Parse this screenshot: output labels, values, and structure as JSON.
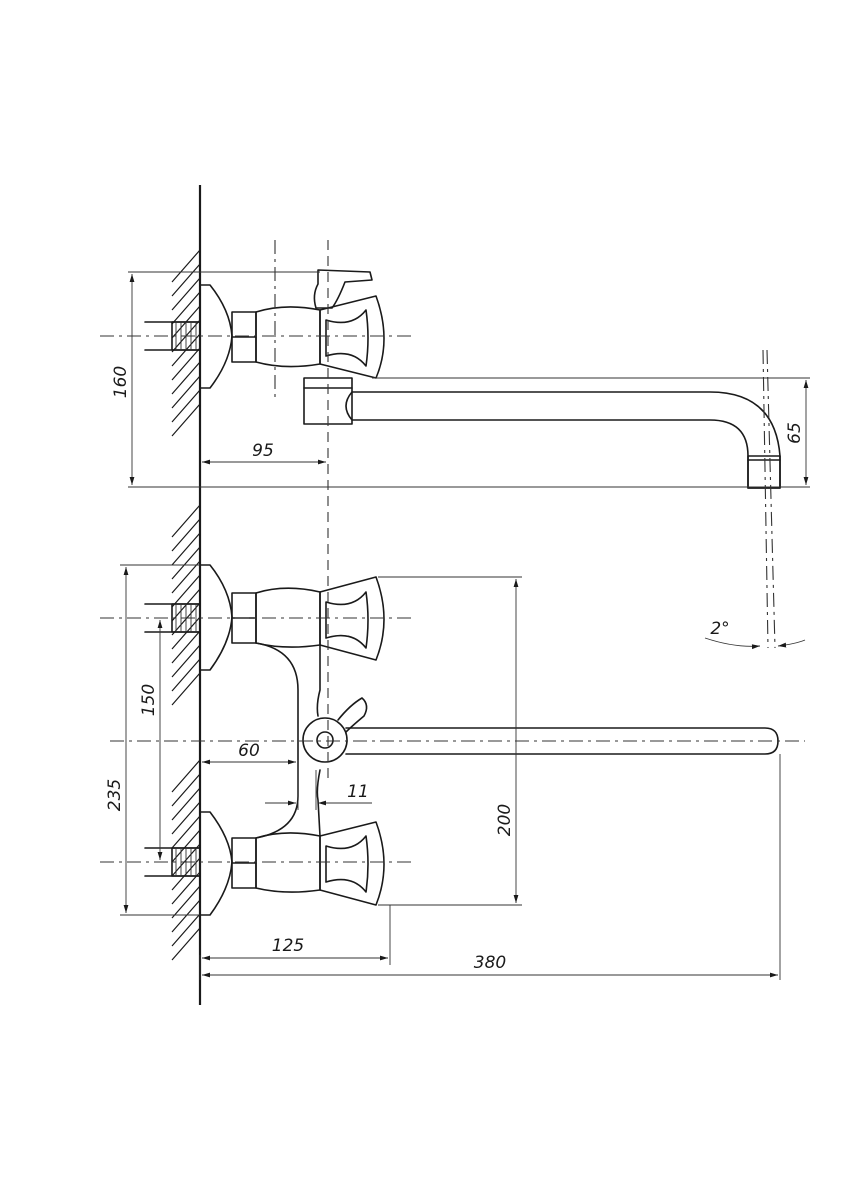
{
  "dimensions": {
    "side_height": "160",
    "side_depth": "95",
    "spout_drop": "65",
    "spout_angle": "2°",
    "inlet_spacing": "150",
    "overall_height": "235",
    "body_offset": "60",
    "gap": "11",
    "handle_span": "200",
    "handle_reach": "125",
    "spout_reach": "380"
  },
  "colors": {
    "line": "#1a1a1a",
    "background": "#ffffff"
  }
}
